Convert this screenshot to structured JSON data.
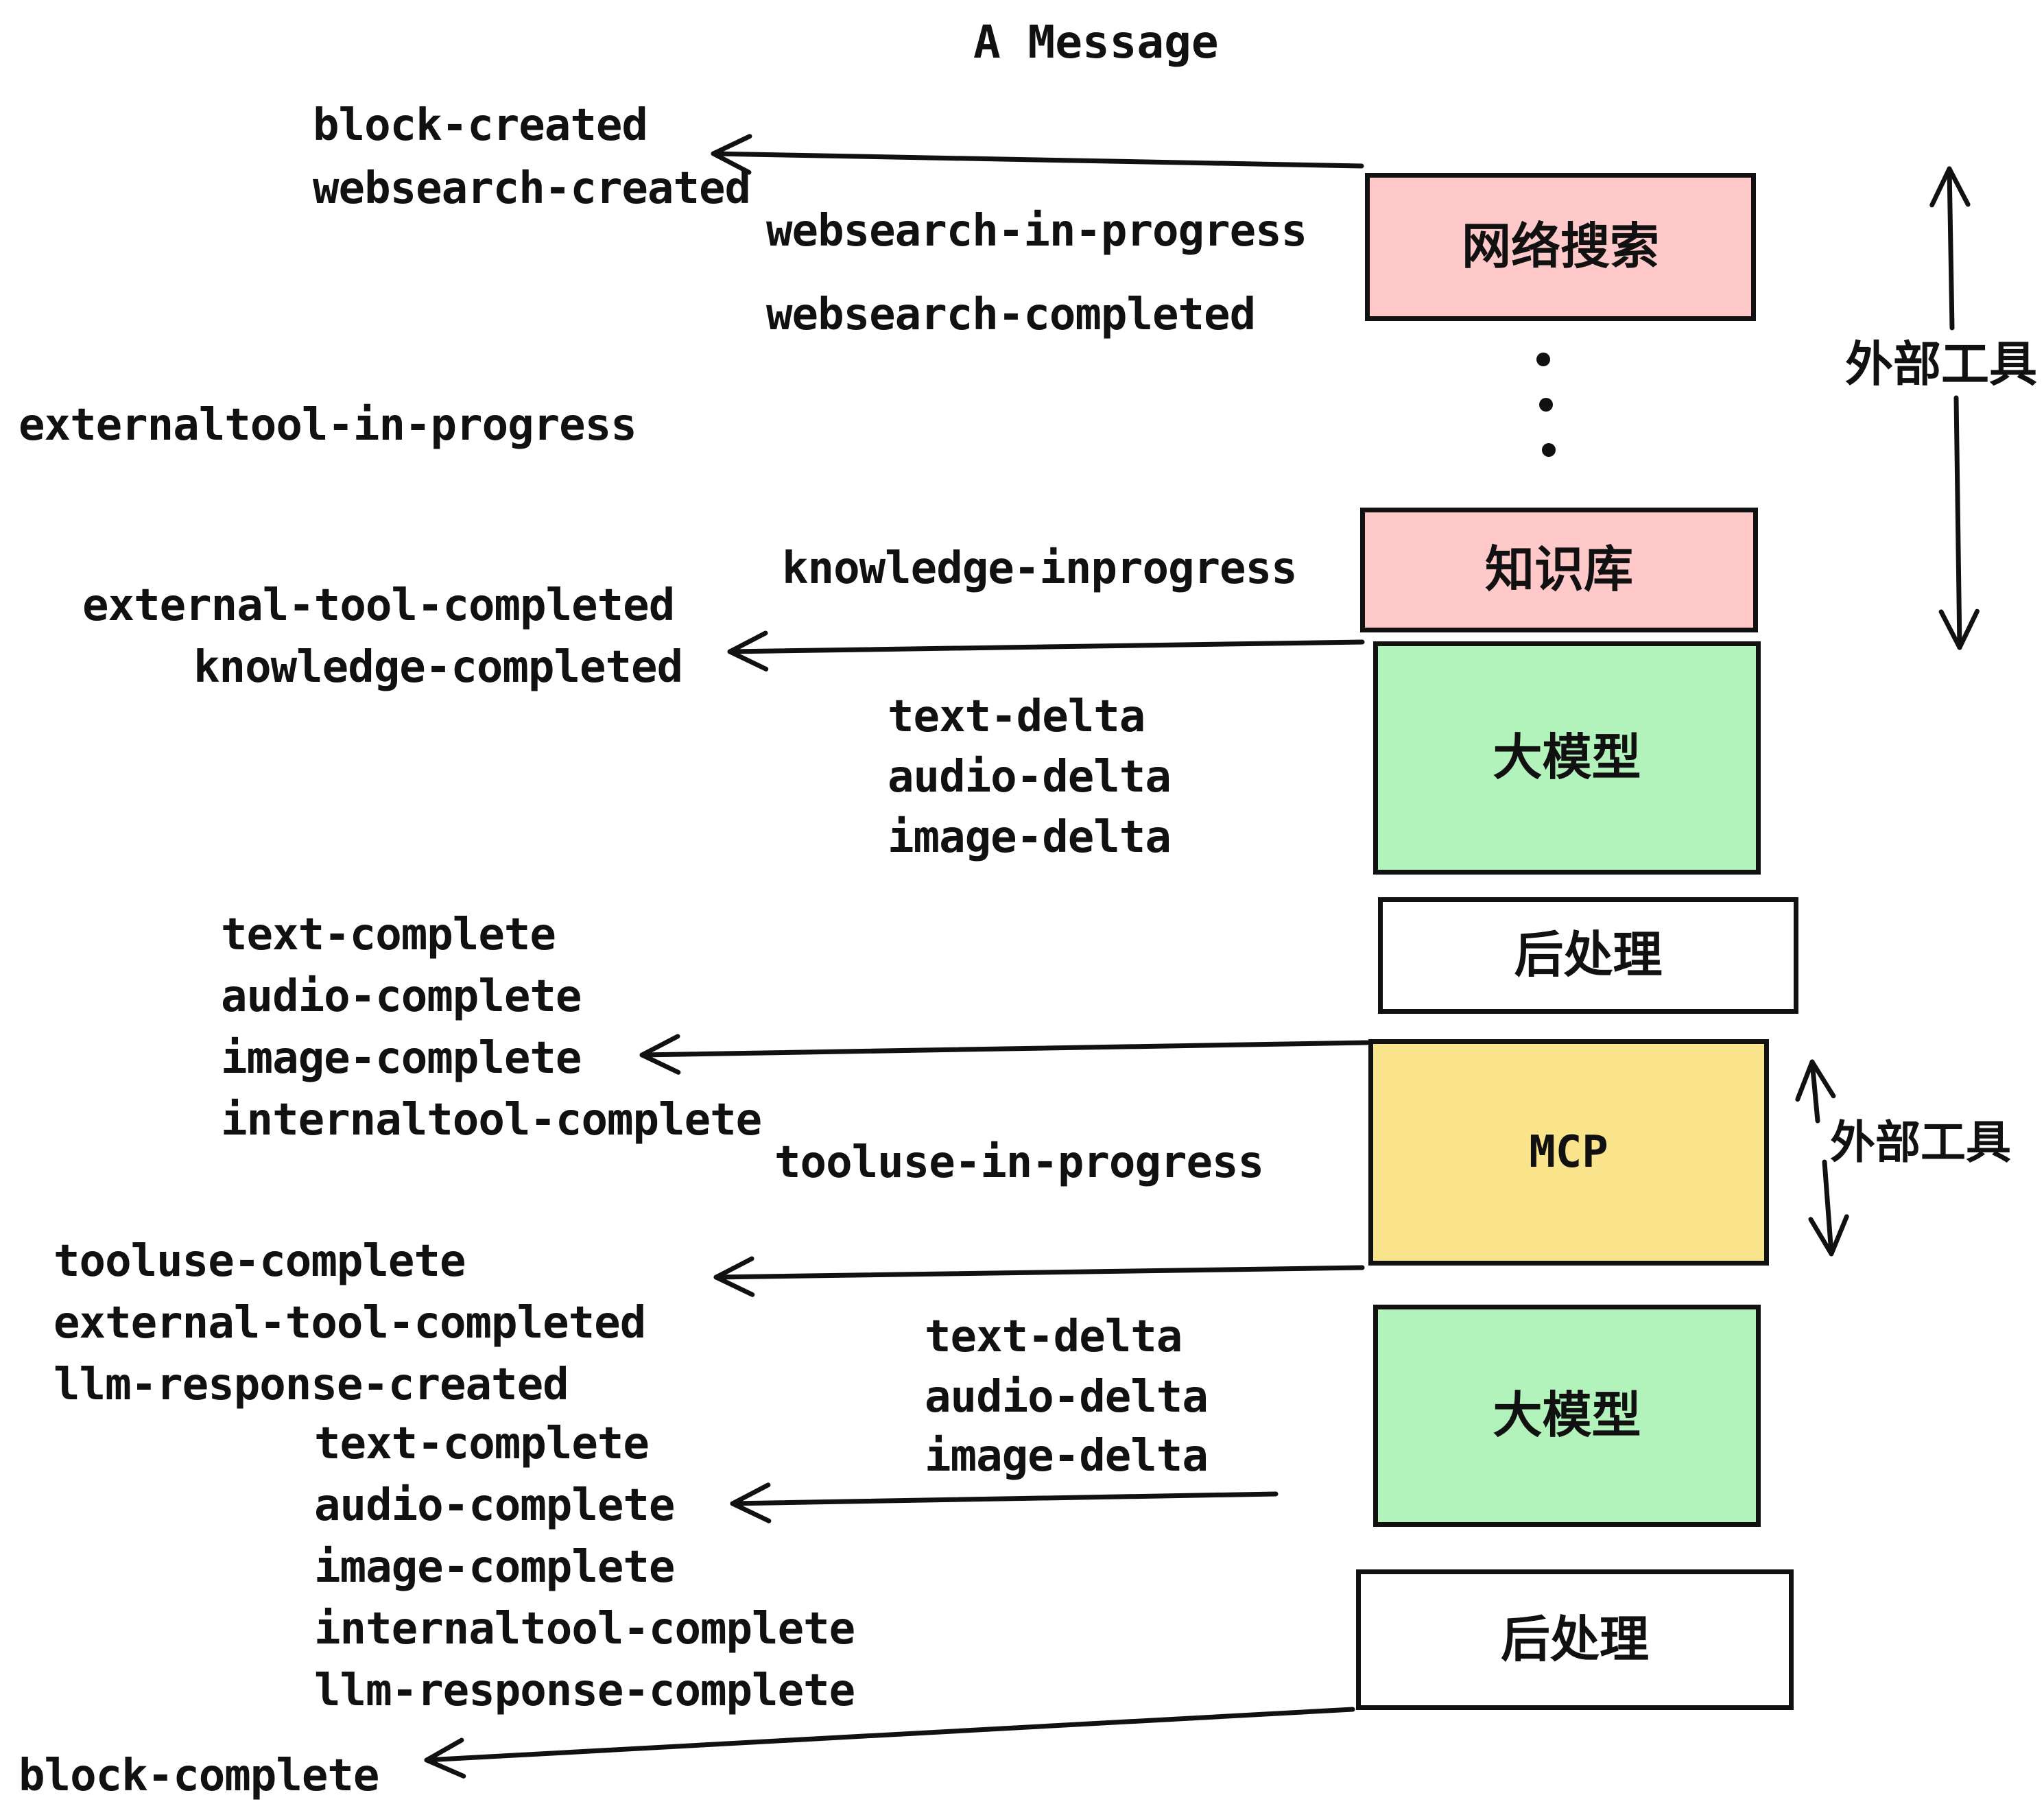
{
  "title": "A Message",
  "colors": {
    "bg": "#ffffff",
    "ink": "#111111",
    "pink": "#ffc9c9",
    "green": "#b2f2bb",
    "yellow": "#f9e48b",
    "white": "#ffffff"
  },
  "boxes": {
    "websearch": {
      "label": "网络搜索"
    },
    "knowledge": {
      "label": "知识库"
    },
    "llm_top": {
      "label": "大模型"
    },
    "post_top": {
      "label": "后处理"
    },
    "mcp": {
      "label": "MCP"
    },
    "llm_bottom": {
      "label": "大模型"
    },
    "post_bottom": {
      "label": "后处理"
    }
  },
  "side_labels": {
    "external_tools_top": "外部工具",
    "external_tools_bottom": "外部工具"
  },
  "events": {
    "block_created": "block-created",
    "websearch_created": "websearch-created",
    "websearch_in_progress": "websearch-in-progress",
    "websearch_completed": "websearch-completed",
    "externaltool_in_progress": "externaltool-in-progress",
    "knowledge_inprogress": "knowledge-inprogress",
    "external_tool_completed_top": "external-tool-completed",
    "knowledge_completed": "knowledge-completed",
    "text_delta_top": "text-delta",
    "audio_delta_top": "audio-delta",
    "image_delta_top": "image-delta",
    "text_complete_top": "text-complete",
    "audio_complete_top": "audio-complete",
    "image_complete_top": "image-complete",
    "internaltool_complete_top": "internaltool-complete",
    "tooluse_in_progress": "tooluse-in-progress",
    "tooluse_complete": "tooluse-complete",
    "external_tool_completed_bottom": "external-tool-completed",
    "llm_response_created": "llm-response-created",
    "text_delta_bottom": "text-delta",
    "audio_delta_bottom": "audio-delta",
    "image_delta_bottom": "image-delta",
    "text_complete_bottom": "text-complete",
    "audio_complete_bottom": "audio-complete",
    "image_complete_bottom": "image-complete",
    "internaltool_complete_bottom": "internaltool-complete",
    "llm_response_complete": "llm-response-complete",
    "block_complete": "block-complete"
  }
}
